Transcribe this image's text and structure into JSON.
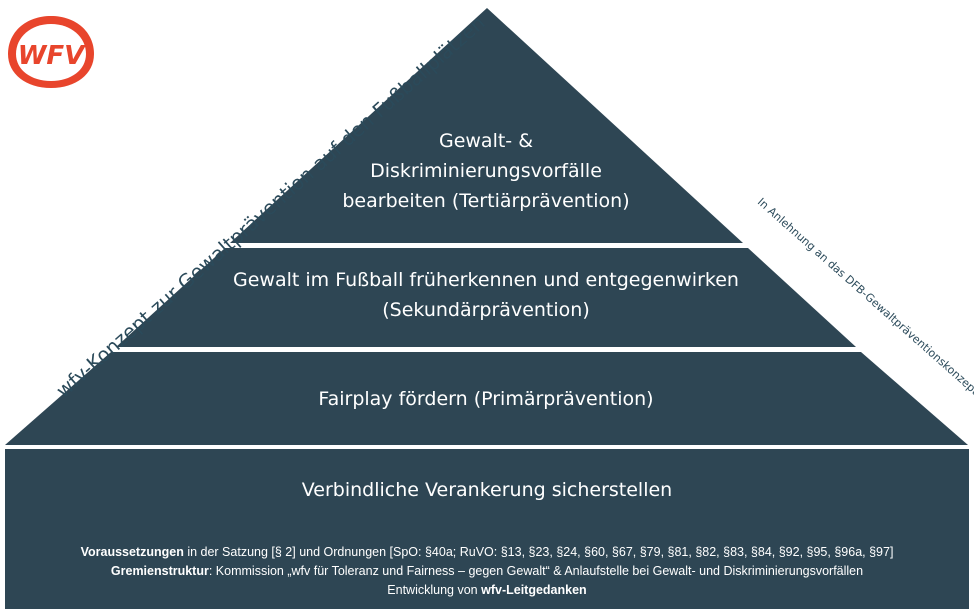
{
  "logo": {
    "text": "WFV",
    "color": "#e8452c"
  },
  "colors": {
    "tier_fill": "#2e4654",
    "side_text": "#2b4a5a"
  },
  "side_left_text": "wfv-Konzept zur Gewaltprävention auf den Fußballplätzen",
  "side_right_text": "In Anlehnung an das DFB-Gewaltpräventionskonzept",
  "tiers": [
    {
      "lines": [
        "Gewalt- &",
        "Diskriminierungsvorfälle",
        "bearbeiten (Tertiärprävention)"
      ]
    },
    {
      "lines": [
        "Gewalt im Fußball früherkennen und entgegenwirken",
        "(Sekundärprävention)"
      ]
    },
    {
      "lines": [
        "Fairplay fördern (Primärprävention)"
      ]
    }
  ],
  "base": {
    "title": "Verbindliche Verankerung sicherstellen",
    "line1_bold": "Voraussetzungen",
    "line1_rest": " in der Satzung [§ 2] und Ordnungen [SpO: §40a; RuVO: §13, §23, §24, §60, §67, §79, §81, §82, §83, §84, §92, §95, §96a, §97]",
    "line2_bold": "Gremienstruktur",
    "line2_rest": ": Kommission „wfv für Toleranz und Fairness – gegen Gewalt“ & Anlaufstelle bei Gewalt- und Diskriminierungsvorfällen",
    "line3_prefix": "Entwicklung von ",
    "line3_bold": "wfv-Leitgedanken"
  }
}
